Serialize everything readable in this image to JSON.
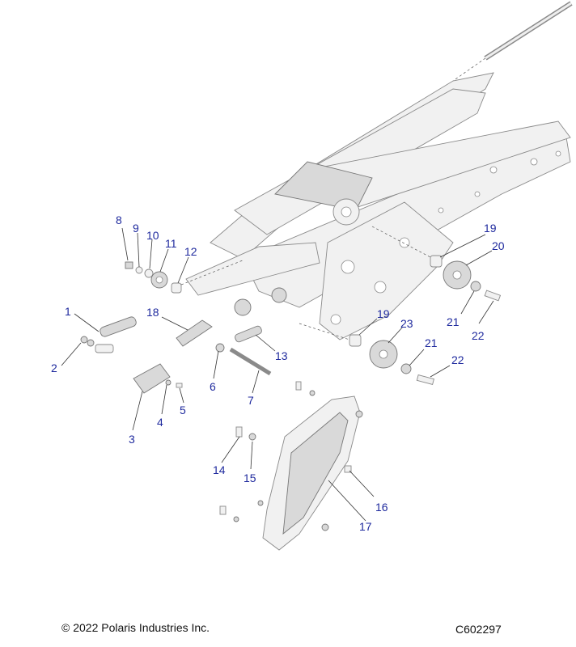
{
  "diagram": {
    "callouts": [
      "1",
      "2",
      "3",
      "4",
      "5",
      "6",
      "7",
      "8",
      "9",
      "10",
      "11",
      "12",
      "13",
      "14",
      "15",
      "16",
      "17",
      "18",
      "19",
      "19",
      "20",
      "21",
      "21",
      "22",
      "22",
      "23"
    ],
    "colors": {
      "callout": "#1f2a9e",
      "part_fill": "#f1f1f1",
      "part_stroke": "#8a8a8a"
    }
  },
  "footer": {
    "copyright": "© 2022 Polaris Industries Inc.",
    "drawing_id": "C602297"
  }
}
